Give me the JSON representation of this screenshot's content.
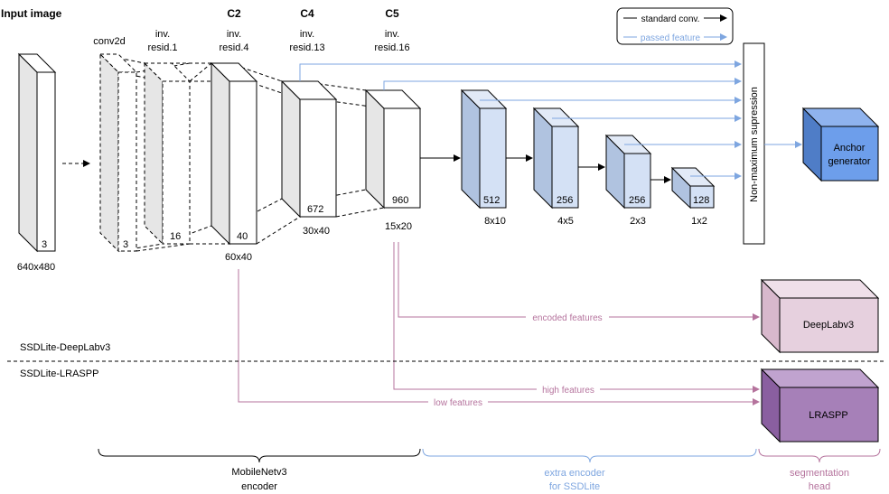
{
  "title": "Input image",
  "input": {
    "channels": "3",
    "size": "640x480"
  },
  "layers": {
    "conv2d": {
      "label": "conv2d",
      "channels": "3"
    },
    "inv1": {
      "label_line1": "inv.",
      "label_line2": "resid.1",
      "channels": "16"
    },
    "inv4": {
      "stage": "C2",
      "label_line1": "inv.",
      "label_line2": "resid.4",
      "channels": "40",
      "size": "60x40"
    },
    "inv13": {
      "stage": "C4",
      "label_line1": "inv.",
      "label_line2": "resid.13",
      "channels": "672",
      "size": "30x40"
    },
    "inv16": {
      "stage": "C5",
      "label_line1": "inv.",
      "label_line2": "resid.16",
      "channels": "960",
      "size": "15x20"
    }
  },
  "extra": [
    {
      "channels": "512",
      "size": "8x10"
    },
    {
      "channels": "256",
      "size": "4x5"
    },
    {
      "channels": "256",
      "size": "2x3"
    },
    {
      "channels": "128",
      "size": "1x2"
    }
  ],
  "legend": {
    "standard": "standard conv.",
    "passed": "passed feature"
  },
  "nms": "Non-maximum supression",
  "anchor": {
    "line1": "Anchor",
    "line2": "generator"
  },
  "deeplab": "DeepLabv3",
  "lraspp": "LRASPP",
  "edges": {
    "encoded": "encoded features",
    "high": "high features",
    "low": "low features"
  },
  "variants": {
    "top": "SSDLite-DeepLabv3",
    "bottom": "SSDLite-LRASPP"
  },
  "groups": {
    "encoder": {
      "line1": "MobileNetv3",
      "line2": "encoder"
    },
    "extra": {
      "line1": "extra encoder",
      "line2": "for SSDLite"
    },
    "seg": {
      "line1": "segmentation",
      "line2": "head"
    }
  },
  "colors": {
    "blue_arrow": "#7ea6e0",
    "blue_text": "#7ea6e0",
    "purple_arrow": "#b5739d",
    "purple_text": "#b5739d",
    "extra_fill": "#d4e1f5",
    "extra_side": "#b0c3e0",
    "anchor_fill": "#6d9eeb",
    "deeplab_fill": "#e6d0de",
    "lraspp_fill": "#a680b8"
  }
}
